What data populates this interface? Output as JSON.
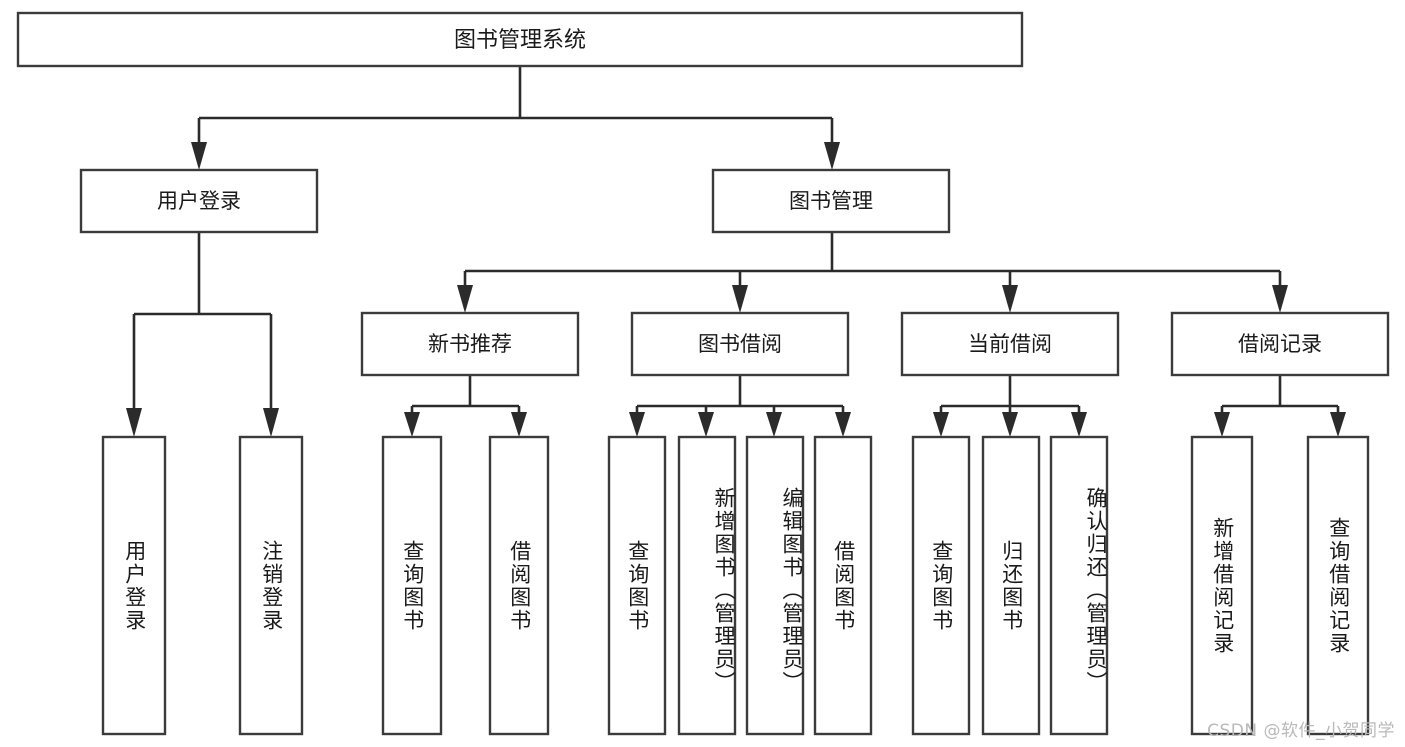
{
  "diagram": {
    "title": "图书管理系统",
    "type": "tree",
    "orientation": "top-down",
    "root": {
      "label": "图书管理系统",
      "children": [
        {
          "label": "用户登录",
          "children": [
            {
              "label": "用户登录"
            },
            {
              "label": "注销登录"
            }
          ]
        },
        {
          "label": "图书管理",
          "children": [
            {
              "label": "新书推荐",
              "children": [
                {
                  "label": "查询图书"
                },
                {
                  "label": "借阅图书"
                }
              ]
            },
            {
              "label": "图书借阅",
              "children": [
                {
                  "label": "查询图书"
                },
                {
                  "label": "新增图书（管理员）"
                },
                {
                  "label": "编辑图书（管理员）"
                },
                {
                  "label": "借阅图书"
                }
              ]
            },
            {
              "label": "当前借阅",
              "children": [
                {
                  "label": "查询图书"
                },
                {
                  "label": "归还图书"
                },
                {
                  "label": "确认归还（管理员）"
                }
              ]
            },
            {
              "label": "借阅记录",
              "children": [
                {
                  "label": "新增借阅记录"
                },
                {
                  "label": "查询借阅记录"
                }
              ]
            }
          ]
        }
      ]
    }
  },
  "nodes": {
    "root": "图书管理系统",
    "level2": {
      "user_login": "用户登录",
      "book_manage": "图书管理"
    },
    "level3": {
      "new_book_recommend": "新书推荐",
      "book_borrow": "图书借阅",
      "current_borrow": "当前借阅",
      "borrow_record": "借阅记录"
    },
    "leaves": {
      "user_login_1": "用户登录",
      "user_login_2": "注销登录",
      "recommend_1": "查询图书",
      "recommend_2": "借阅图书",
      "borrow_1": "查询图书",
      "borrow_2": "新增图书（管理员）",
      "borrow_3": "编辑图书（管理员）",
      "borrow_4": "借阅图书",
      "current_1": "查询图书",
      "current_2": "归还图书",
      "current_3": "确认归还（管理员）",
      "record_1": "新增借阅记录",
      "record_2": "查询借阅记录"
    }
  },
  "watermark": {
    "text": "CSDN @软件_小贺同学"
  },
  "colors": {
    "background": "#ffffff",
    "node_fill": "#ffffff",
    "node_stroke": "#3b3b3b",
    "connector": "#2b2b2b",
    "label_text": "#1a1a1a",
    "watermark_text": "#b9b9b9"
  }
}
